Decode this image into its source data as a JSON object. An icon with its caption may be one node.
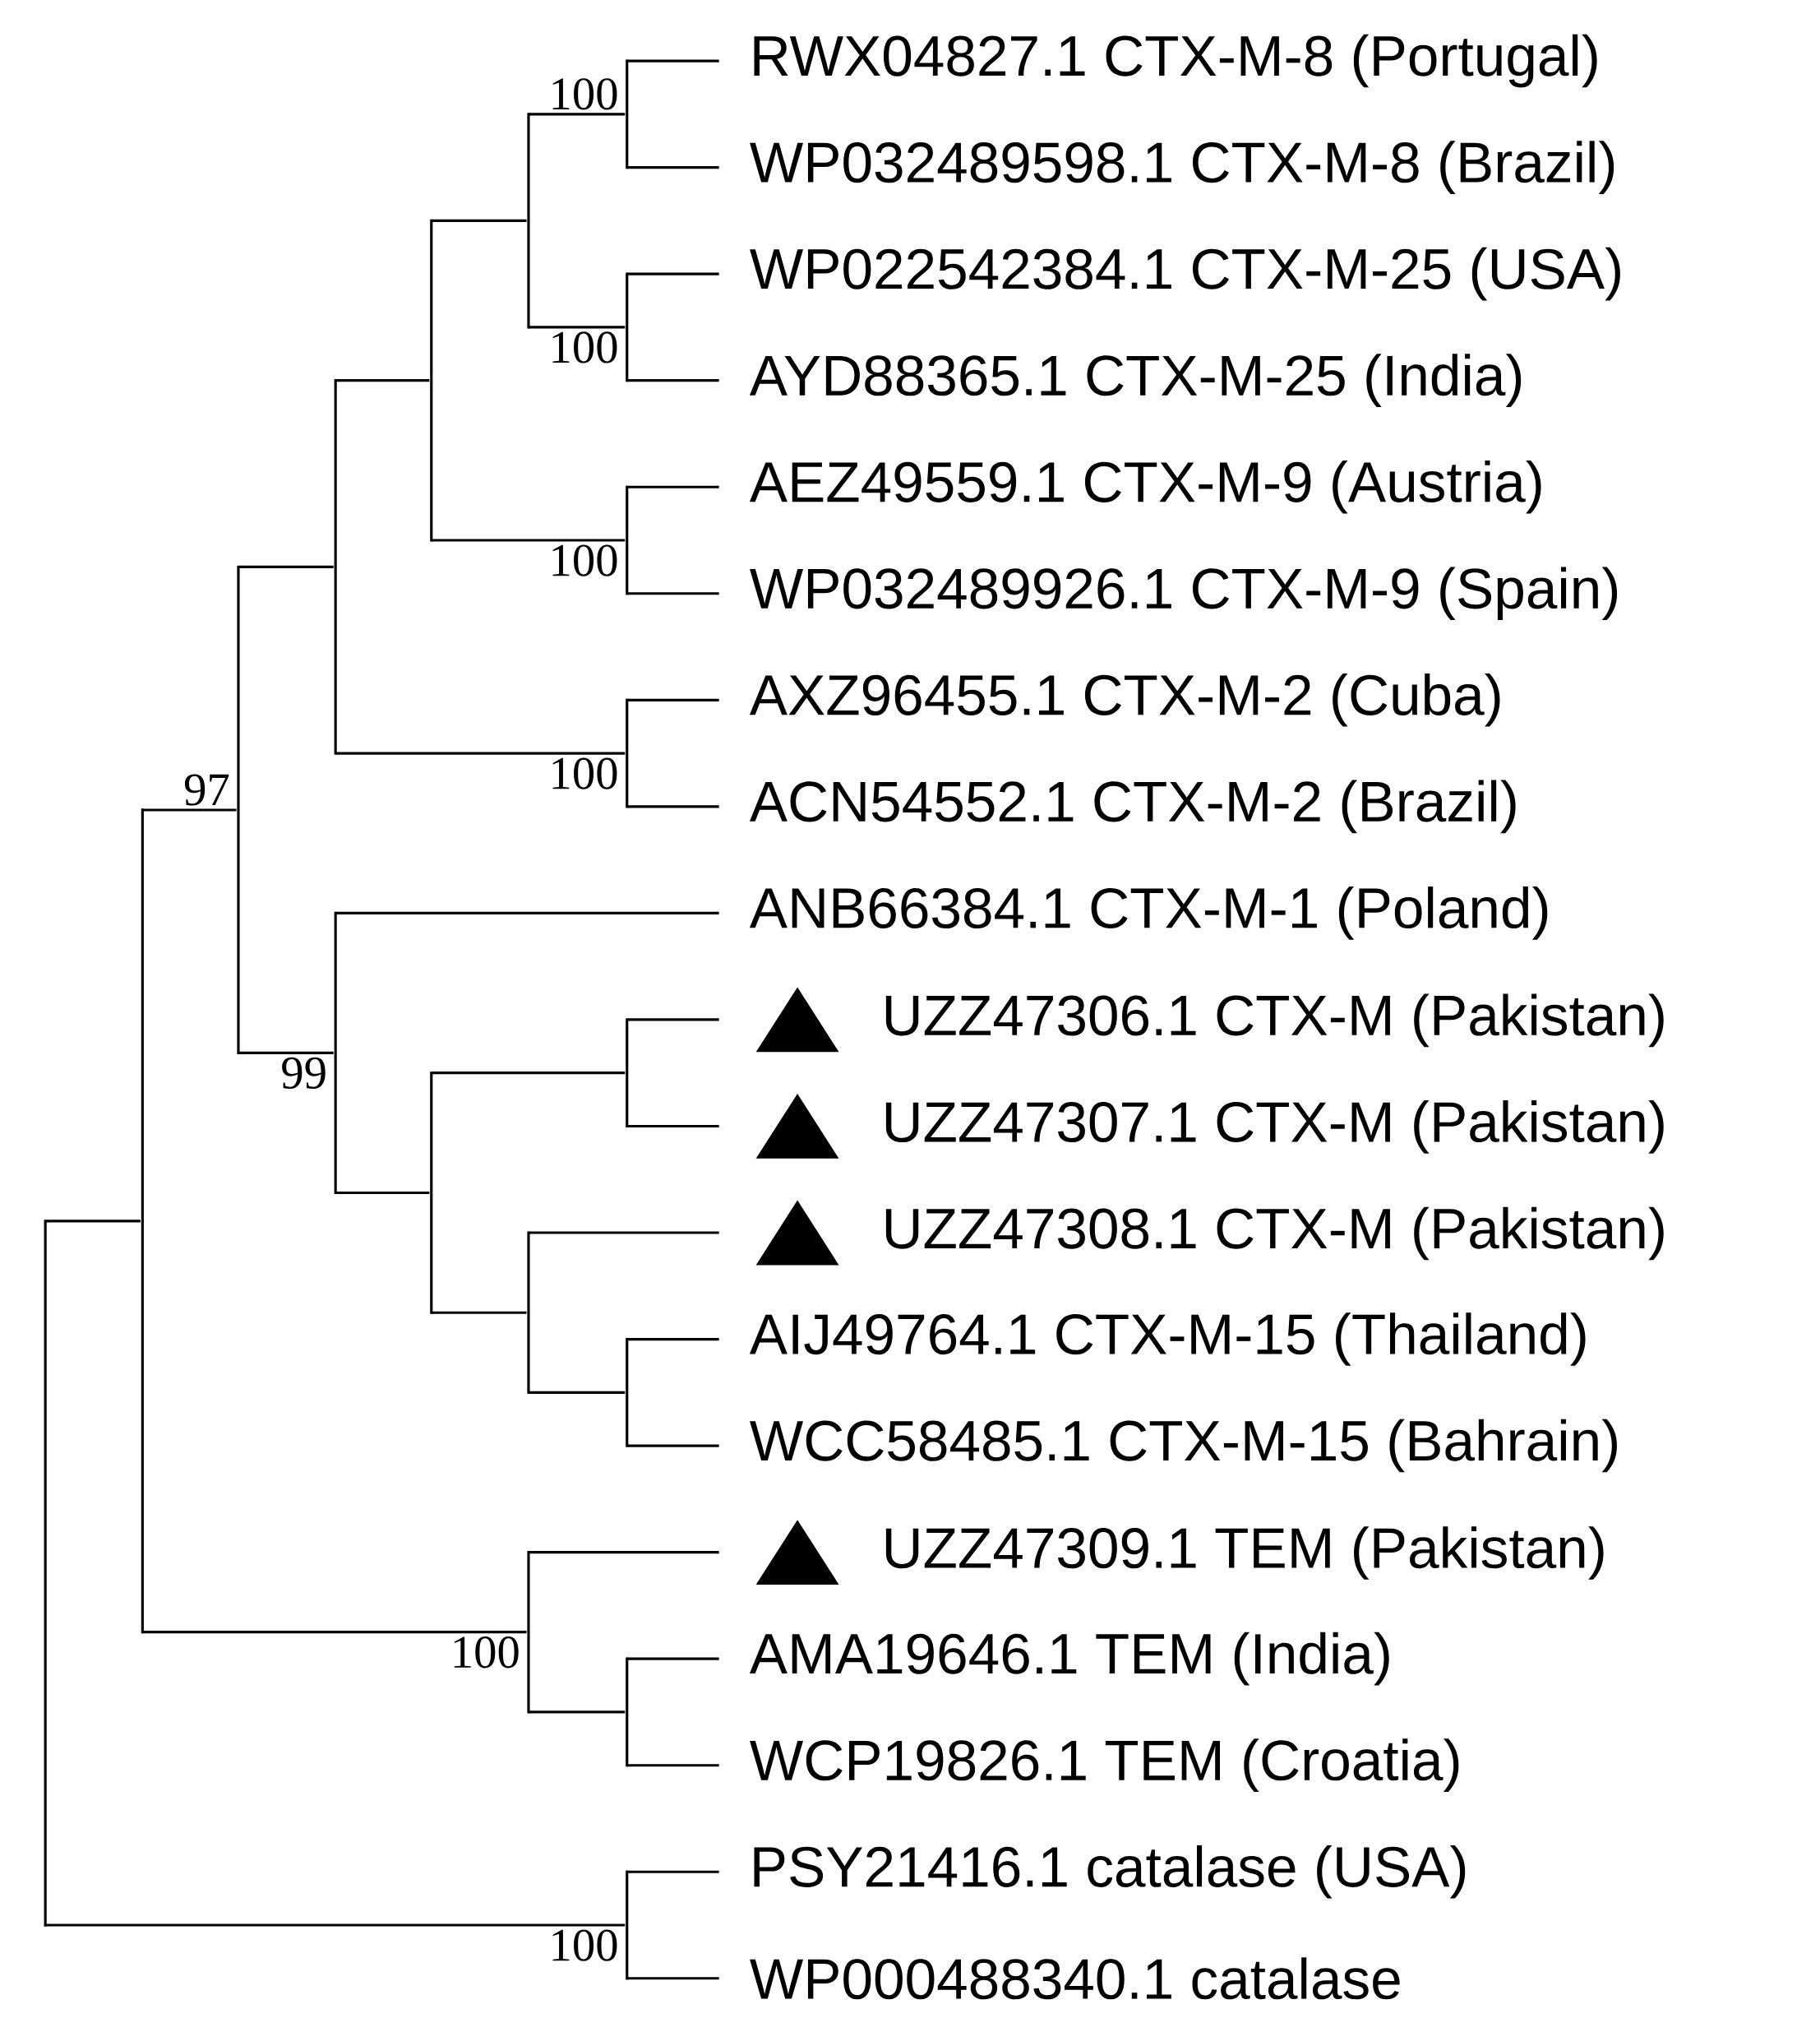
{
  "diagram": {
    "nodes": [
      {
        "text": [
          "RWX04827.1 CTX-M-8 (Portugal)"
        ]
      },
      {
        "text": [
          "WP032489598.1 CTX-M-8 (Brazil)"
        ]
      },
      {
        "text": [
          "WP022542384.1 CTX-M-25 (USA)"
        ]
      },
      {
        "text": [
          "AYD88365.1 CTX-M-25 (India)"
        ]
      },
      {
        "text": [
          "AEZ49559.1 CTX-M-9 (Austria)"
        ]
      },
      {
        "text": [
          "WP032489926.1 CTX-M-9 (Spain)"
        ]
      },
      {
        "text": [
          "AXZ96455.1 CTX-M-2 (Cuba)"
        ]
      },
      {
        "text": [
          "ACN54552.1 CTX-M-2 (Brazil)"
        ]
      },
      {
        "text": [
          "ANB66384.1 CTX-M-1 (Poland)"
        ]
      },
      {
        "text": [
          "UZZ47306.1 CTX-M (Pakistan)"
        ]
      },
      {
        "text": [
          "UZZ47307.1 CTX-M (Pakistan)"
        ]
      },
      {
        "text": [
          "UZZ47308.1 CTX-M (Pakistan)"
        ]
      },
      {
        "text": [
          "AIJ49764.1 CTX-M-15 (Thailand)"
        ]
      },
      {
        "text": [
          "WCC58485.1 CTX-M-15 (Bahrain)"
        ]
      },
      {
        "text": [
          "UZZ47309.1 TEM (Pakistan)"
        ]
      },
      {
        "text": [
          "AMA19646.1 TEM (India)"
        ]
      },
      {
        "text": [
          "WCP19826.1 TEM (Croatia)"
        ]
      },
      {
        "text": [
          "PSY21416.1 catalase (USA)"
        ]
      },
      {
        "text": [
          "WP000488340.1 catalase"
        ]
      },
      {
        "text": [],
        "shape": "bar",
        "beside": [
          "100"
        ]
      },
      {
        "text": [],
        "shape": "bar",
        "beside": [
          "100"
        ]
      },
      {
        "text": [],
        "shape": "bar"
      },
      {
        "text": [],
        "shape": "bar",
        "beside": [
          "100"
        ]
      },
      {
        "text": [],
        "shape": "bar"
      },
      {
        "text": [],
        "shape": "bar",
        "beside": [
          "100"
        ]
      },
      {
        "text": [],
        "shape": "bar"
      },
      {
        "text": [],
        "shape": "bar"
      },
      {
        "text": [],
        "shape": "bar"
      },
      {
        "text": [],
        "shape": "bar"
      },
      {
        "text": [],
        "shape": "bar"
      },
      {
        "text": [],
        "shape": "bar",
        "beside": [
          "99"
        ]
      },
      {
        "text": [],
        "shape": "bar",
        "beside": [
          "97"
        ]
      },
      {
        "text": [],
        "shape": "bar"
      },
      {
        "text": [],
        "shape": "bar",
        "beside": [
          "100"
        ]
      },
      {
        "text": [],
        "shape": "bar"
      },
      {
        "text": [],
        "shape": "bar",
        "beside": [
          "100"
        ]
      },
      {
        "text": [],
        "shape": "bar"
      }
    ],
    "edges": [
      {
        "from": 19,
        "to": 0,
        "arrow": "none"
      },
      {
        "from": 19,
        "to": 1,
        "arrow": "none"
      },
      {
        "from": 20,
        "to": 2,
        "arrow": "none"
      },
      {
        "from": 20,
        "to": 3,
        "arrow": "none"
      },
      {
        "from": 21,
        "to": 19,
        "arrow": "none"
      },
      {
        "from": 21,
        "to": 20,
        "arrow": "none"
      },
      {
        "from": 22,
        "to": 4,
        "arrow": "none"
      },
      {
        "from": 22,
        "to": 5,
        "arrow": "none"
      },
      {
        "from": 23,
        "to": 21,
        "arrow": "none"
      },
      {
        "from": 23,
        "to": 22,
        "arrow": "none"
      },
      {
        "from": 24,
        "to": 6,
        "arrow": "none"
      },
      {
        "from": 24,
        "to": 7,
        "arrow": "none"
      },
      {
        "from": 25,
        "to": 23,
        "arrow": "none"
      },
      {
        "from": 25,
        "to": 24,
        "arrow": "none"
      },
      {
        "from": 26,
        "to": 9,
        "arrow": "none"
      },
      {
        "from": 26,
        "to": 10,
        "arrow": "none"
      },
      {
        "from": 27,
        "to": 12,
        "arrow": "none"
      },
      {
        "from": 27,
        "to": 13,
        "arrow": "none"
      },
      {
        "from": 28,
        "to": 11,
        "arrow": "none"
      },
      {
        "from": 28,
        "to": 27,
        "arrow": "none"
      },
      {
        "from": 29,
        "to": 26,
        "arrow": "none"
      },
      {
        "from": 29,
        "to": 28,
        "arrow": "none"
      },
      {
        "from": 30,
        "to": 8,
        "arrow": "none"
      },
      {
        "from": 30,
        "to": 29,
        "arrow": "none"
      },
      {
        "from": 31,
        "to": 25,
        "arrow": "none"
      },
      {
        "from": 31,
        "to": 30,
        "arrow": "none"
      },
      {
        "from": 32,
        "to": 15,
        "arrow": "none"
      },
      {
        "from": 32,
        "to": 16,
        "arrow": "none"
      },
      {
        "from": 33,
        "to": 14,
        "arrow": "none"
      },
      {
        "from": 33,
        "to": 32,
        "arrow": "none"
      },
      {
        "from": 34,
        "to": 31,
        "arrow": "none"
      },
      {
        "from": 34,
        "to": 33,
        "arrow": "none"
      },
      {
        "from": 35,
        "to": 17,
        "arrow": "none"
      },
      {
        "from": 35,
        "to": 18,
        "arrow": "none"
      },
      {
        "from": 36,
        "to": 34,
        "arrow": "none"
      },
      {
        "from": 36,
        "to": 35,
        "arrow": "none"
      }
    ]
  }
}
